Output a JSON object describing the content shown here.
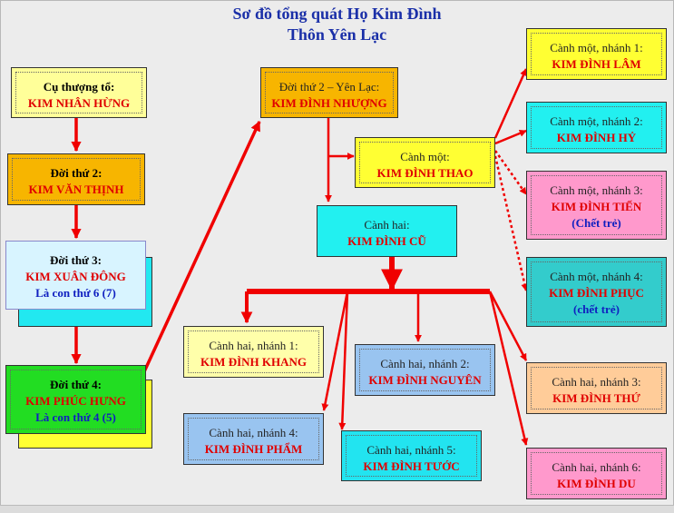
{
  "title": {
    "line1": "Sơ đồ tổng quát Họ Kim Đình",
    "line2": "Thôn Yên Lạc"
  },
  "colors": {
    "arrow": "#f00000",
    "title": "#1a2fa8",
    "name": "#e00000",
    "note": "#1020c0"
  },
  "boxes": {
    "cu_thuong_to": {
      "label": "Cụ thượng tổ:",
      "name": "KIM NHÂN HỪNG"
    },
    "doi2": {
      "label": "Đời thứ 2:",
      "name": "KIM VĂN THỊNH"
    },
    "doi3": {
      "label": "Đời thứ 3:",
      "name": "KIM XUÂN ĐÔNG",
      "note": "Là con thứ 6 (7)"
    },
    "doi4": {
      "label": "Đời thứ 4:",
      "name": "KIM PHÚC HƯNG",
      "note": "Là con thứ 4 (5)"
    },
    "doi2_yen_lac": {
      "label": "Đời thứ 2 – Yên Lạc:",
      "name": "KIM ĐÌNH NHƯỢNG"
    },
    "canh_mot": {
      "label": "Cành một:",
      "name": "KIM ĐÌNH THAO"
    },
    "canh_hai": {
      "label": "Cành hai:",
      "name": "KIM ĐÌNH CŨ"
    },
    "cm_n1": {
      "label": "Cành một, nhánh 1:",
      "name": "KIM ĐÌNH LÂM"
    },
    "cm_n2": {
      "label": "Cành một, nhánh 2:",
      "name": "KIM ĐÌNH HỶ"
    },
    "cm_n3": {
      "label": "Cành một, nhánh 3:",
      "name": "KIM ĐÌNH TIẾN",
      "note": "(Chết trẻ)"
    },
    "cm_n4": {
      "label": "Cành một, nhánh 4:",
      "name": "KIM ĐÌNH PHỤC",
      "note": "(chết trẻ)"
    },
    "ch_n1": {
      "label": "Cành hai, nhánh 1:",
      "name": "KIM ĐÌNH KHANG"
    },
    "ch_n2": {
      "label": "Cành hai, nhánh 2:",
      "name": "KIM ĐÌNH NGUYÊN"
    },
    "ch_n3": {
      "label": "Cành hai, nhánh 3:",
      "name": "KIM ĐÌNH THỨ"
    },
    "ch_n4": {
      "label": "Cành hai, nhánh 4:",
      "name": "KIM ĐÌNH PHẨM"
    },
    "ch_n5": {
      "label": "Cành hai, nhánh 5:",
      "name": "KIM ĐÌNH TƯỚC"
    },
    "ch_n6": {
      "label": "Cành hai, nhánh 6:",
      "name": "KIM ĐÌNH DU"
    }
  }
}
